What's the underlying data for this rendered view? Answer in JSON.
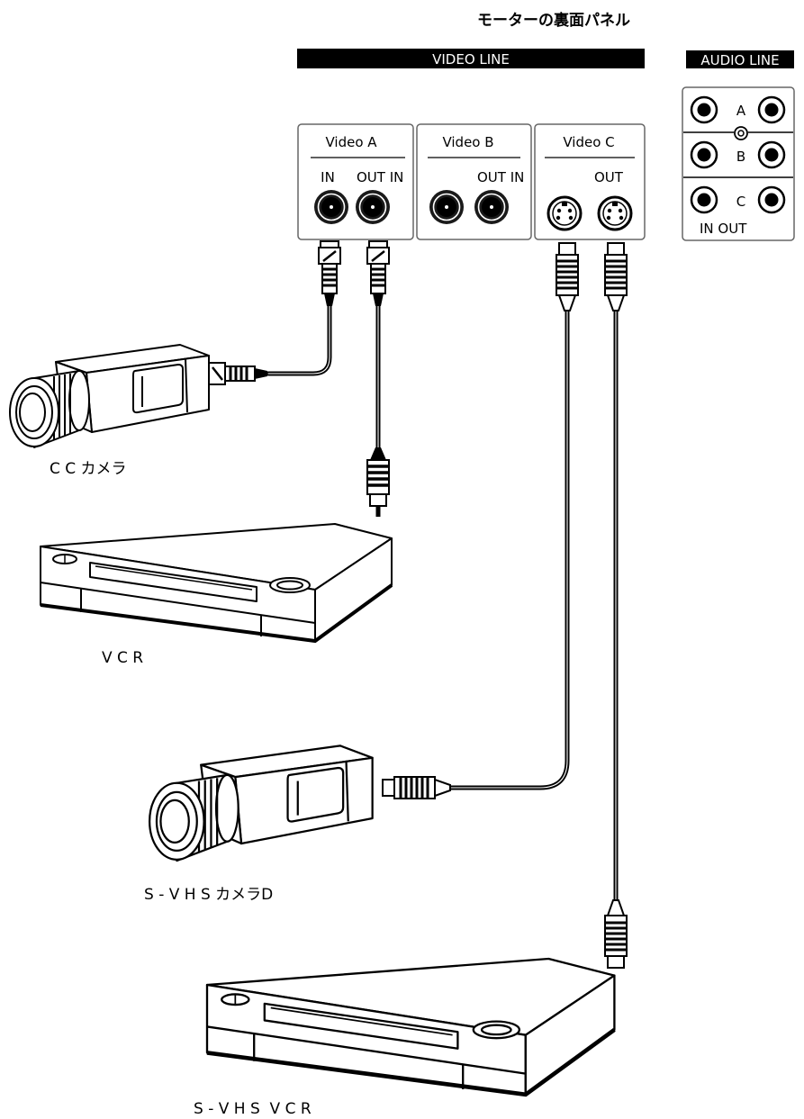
{
  "panel": {
    "title": "モーターの裏面パネル",
    "video_line_label": "VIDEO LINE",
    "audio_line_label": "AUDIO LINE",
    "video_inputs": [
      {
        "name": "Video A",
        "labels": [
          "IN",
          "OUT IN"
        ],
        "connector_icon": "bnc-jack-icon"
      },
      {
        "name": "Video B",
        "labels": [
          "OUT IN"
        ],
        "connector_icon": "bnc-jack-icon"
      },
      {
        "name": "Video C",
        "labels": [
          "OUT"
        ],
        "connector_icon": "s-video-jack-icon"
      }
    ],
    "audio_inputs": {
      "channels": [
        "A",
        "B",
        "C"
      ],
      "io_label": "IN OUT",
      "connector_icon": "rca-jack-icon"
    }
  },
  "devices": {
    "cc_camera": {
      "label": "C C カメラ",
      "icon": "camera-icon"
    },
    "vcr": {
      "label": "V C R",
      "icon": "vcr-icon"
    },
    "svhs_camera": {
      "label": "S - V H S カメラD",
      "icon": "camera-icon"
    },
    "svhs_vcr": {
      "label": "S - V H S  V C R",
      "icon": "vcr-icon"
    }
  },
  "colors": {
    "ink": "#000000",
    "label_bar": "#000000",
    "background": "#ffffff"
  }
}
